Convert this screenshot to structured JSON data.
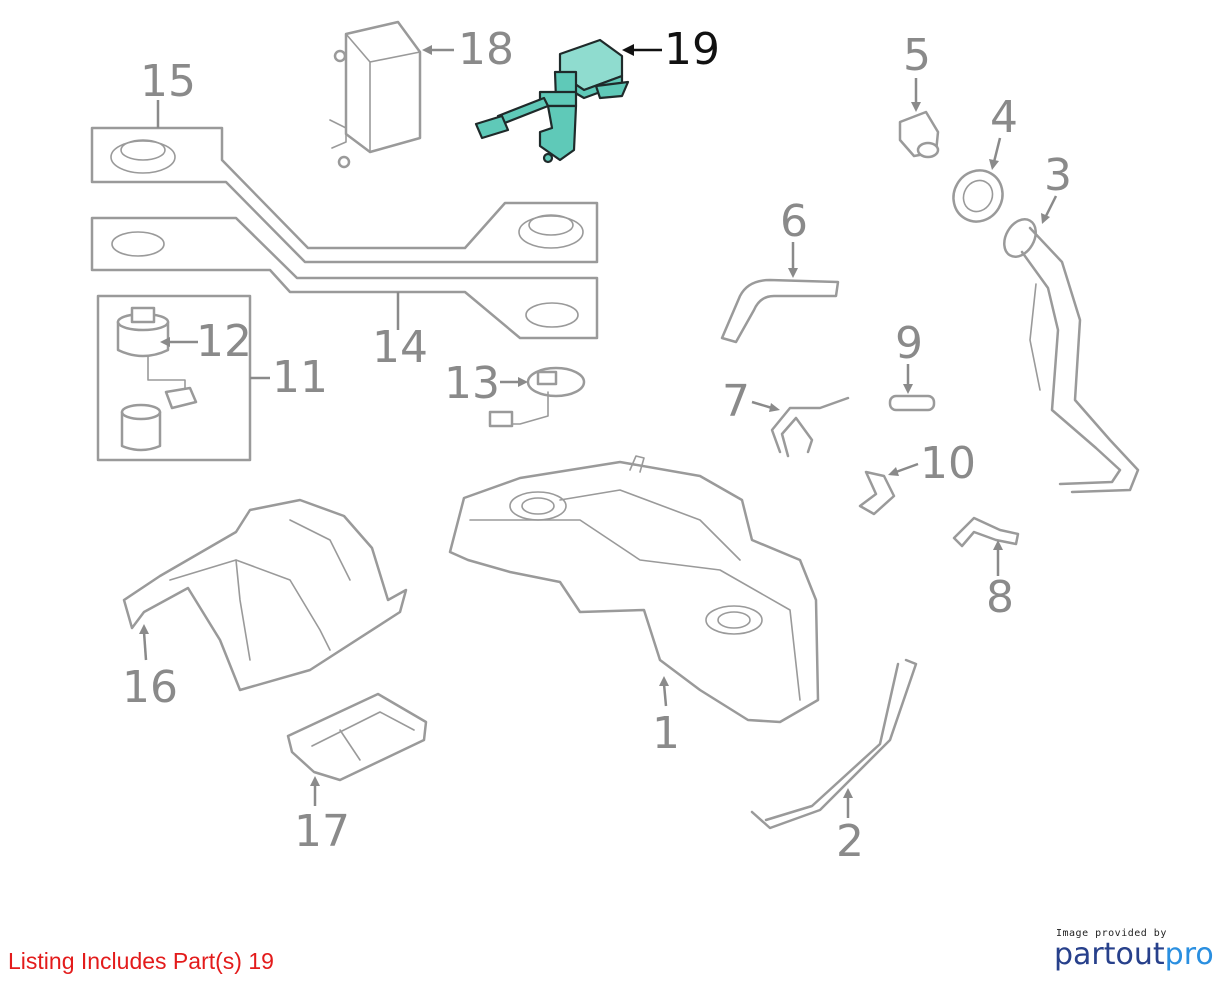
{
  "callouts": {
    "n1": "1",
    "n2": "2",
    "n3": "3",
    "n4": "4",
    "n5": "5",
    "n6": "6",
    "n7": "7",
    "n8": "8",
    "n9": "9",
    "n10": "10",
    "n11": "11",
    "n12": "12",
    "n13": "13",
    "n14": "14",
    "n15": "15",
    "n16": "16",
    "n17": "17",
    "n18": "18",
    "n19": "19"
  },
  "highlighted_part": "19",
  "footer": {
    "listing_text": "Listing Includes Part(s)  19"
  },
  "provider": {
    "small_text": "Image provided by",
    "brand_part1": "partout",
    "brand_part2": "pro"
  },
  "colors": {
    "highlight": "#5fc9b8",
    "line_art": "#9a9a9a",
    "footer_red": "#e31b1b",
    "brand_dark": "#27408b",
    "brand_light": "#2a8fe0"
  }
}
